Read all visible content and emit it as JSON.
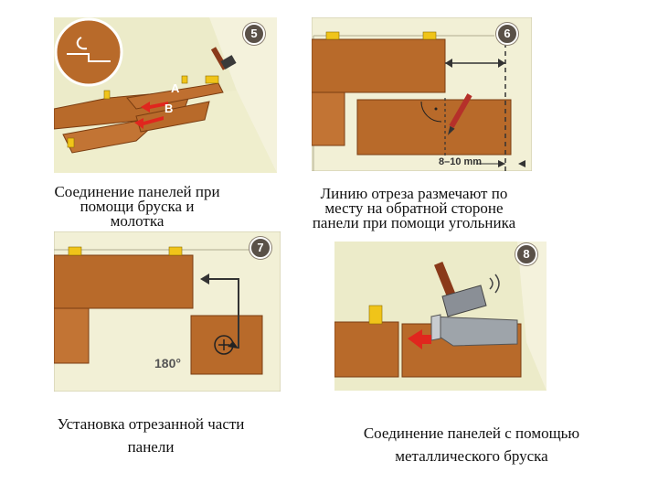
{
  "steps": [
    {
      "number": "5",
      "caption_lines": [
        "Соединение панелей при",
        "помощи бруска и",
        "молотка"
      ],
      "labels": [
        "A",
        "B"
      ]
    },
    {
      "number": "6",
      "caption_lines": [
        "Линию отреза размечают по",
        "месту на обратной стороне",
        "панели при помощи угольника"
      ],
      "measure": "8–10 mm"
    },
    {
      "number": "7",
      "caption_lines": [
        "Установка отрезанной части",
        "панели"
      ],
      "rotation": "180°"
    },
    {
      "number": "8",
      "caption_lines": [
        "Соединение панелей с помощью",
        "металлического бруска"
      ]
    }
  ],
  "colors": {
    "panel_bg": "#ecebc9",
    "wood": "#b86a2a",
    "wood_dark": "#8a4519",
    "wall": "#f2f0d6",
    "arrow": "#e0261e",
    "spacer": "#f0c419",
    "badge": "#5a5148"
  }
}
